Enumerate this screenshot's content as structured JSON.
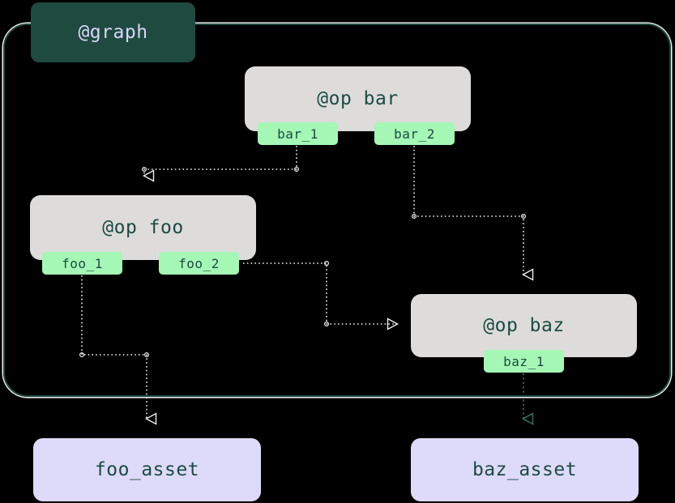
{
  "diagram": {
    "type": "dataflow-graph",
    "background_color": "#000000",
    "cluster": {
      "label": "@graph",
      "label_bg": "#1f4a40",
      "label_text_color": "#d8d6f7",
      "border_color": "#1d4a40",
      "outer_highlight_color": "#f1f1f1"
    },
    "op_nodes": [
      {
        "id": "bar",
        "label": "@op bar",
        "bg": "#dddcdb",
        "text_color": "#1c4b42",
        "ports": [
          {
            "id": "bar_1",
            "label": "bar_1"
          },
          {
            "id": "bar_2",
            "label": "bar_2"
          }
        ]
      },
      {
        "id": "foo",
        "label": "@op foo",
        "bg": "#dddcdb",
        "text_color": "#1c4b42",
        "ports": [
          {
            "id": "foo_1",
            "label": "foo_1"
          },
          {
            "id": "foo_2",
            "label": "foo_2"
          }
        ]
      },
      {
        "id": "baz",
        "label": "@op baz",
        "bg": "#dddcdb",
        "text_color": "#1c4b42",
        "ports": [
          {
            "id": "baz_1",
            "label": "baz_1"
          }
        ]
      }
    ],
    "asset_nodes": [
      {
        "id": "foo_asset",
        "label": "foo_asset",
        "bg": "#dedaf9",
        "text_color": "#1c4b42"
      },
      {
        "id": "baz_asset",
        "label": "baz_asset",
        "bg": "#dedaf9",
        "text_color": "#1c4b42"
      }
    ],
    "port_style": {
      "bg": "#a4f7b5",
      "text_color": "#1c4b42"
    },
    "edges": [
      {
        "id": "bar_1-to-foo",
        "from": "bar_1",
        "to": "foo",
        "color": "#f2f2f2",
        "style": "dotted",
        "arrow": "triangle-open-down"
      },
      {
        "id": "bar_2-to-baz",
        "from": "bar_2",
        "to": "baz",
        "color": "#f2f2f2",
        "style": "dotted",
        "arrow": "triangle-open-down"
      },
      {
        "id": "foo_2-to-baz",
        "from": "foo_2",
        "to": "baz",
        "color": "#f2f2f2",
        "style": "dotted",
        "arrow": "triangle-open-right"
      },
      {
        "id": "foo_1-to-foo_asset",
        "from": "foo_1",
        "to": "foo_asset",
        "color": "#f2f2f2",
        "style": "dotted",
        "arrow": "triangle-open-down"
      },
      {
        "id": "baz_1-to-baz_asset",
        "from": "baz_1",
        "to": "baz_asset",
        "color": "#2f6b5c",
        "style": "dotted",
        "arrow": "triangle-open-down"
      }
    ]
  }
}
